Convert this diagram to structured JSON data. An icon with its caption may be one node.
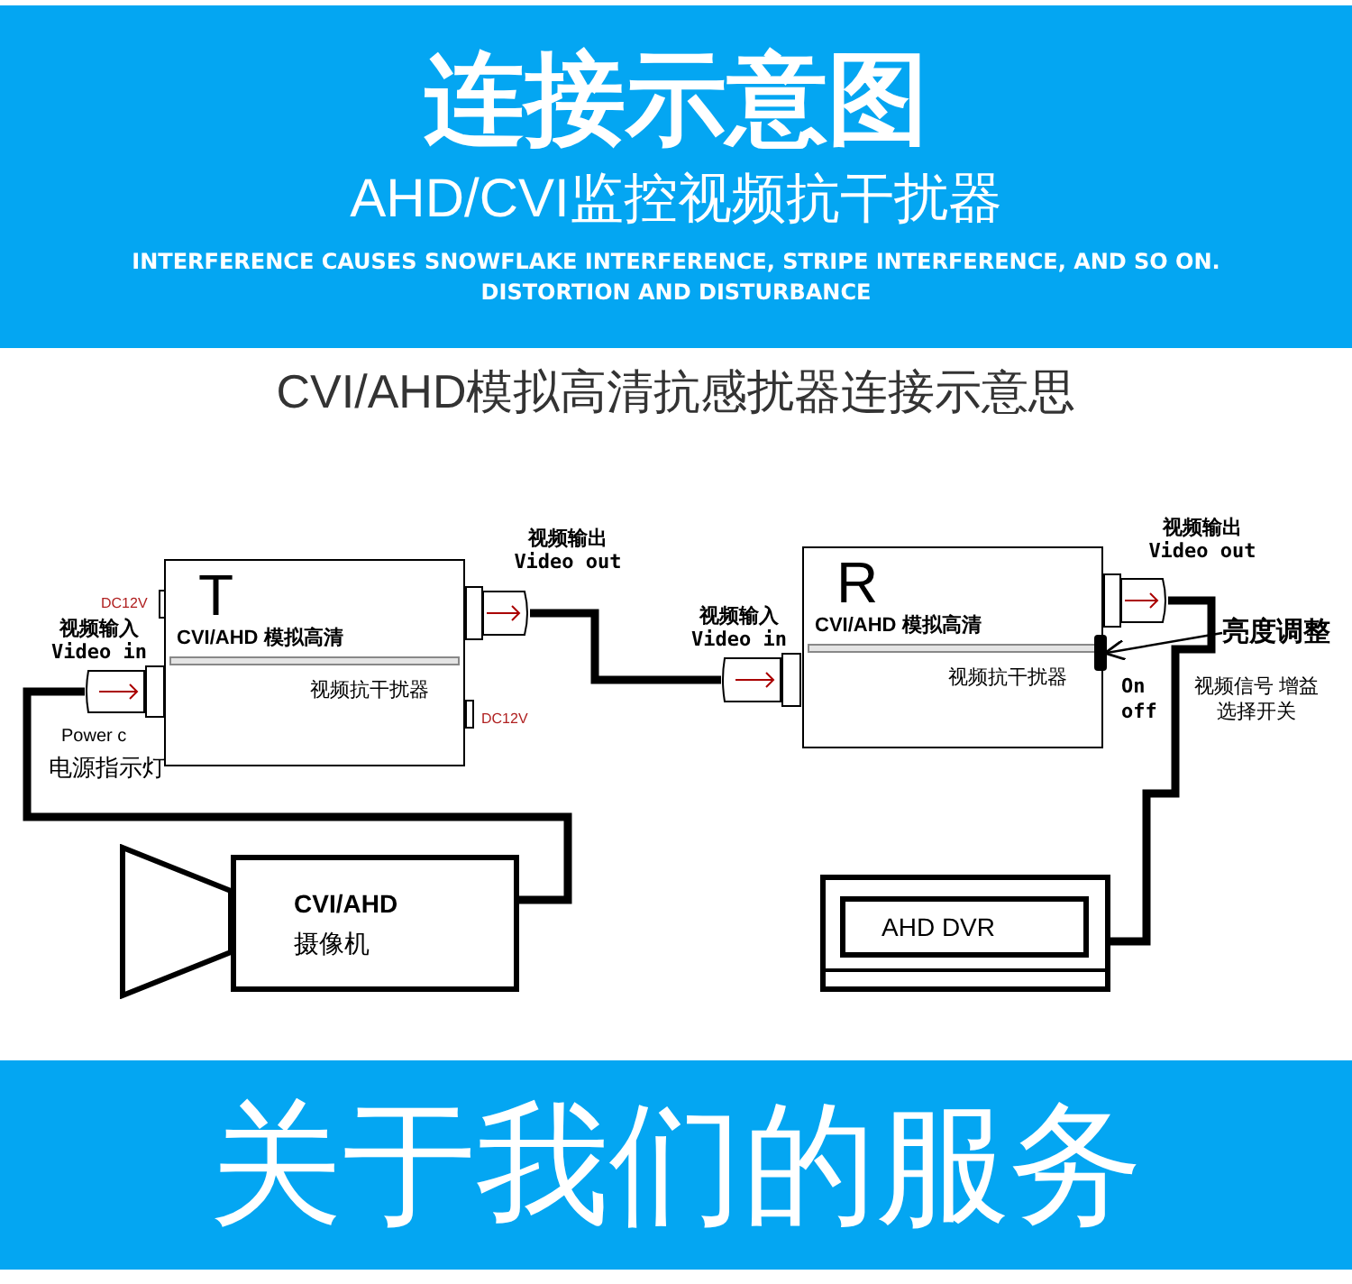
{
  "diagram": {
    "title": "连接示意图",
    "nodes": [
      {
        "text": [
          "T",
          "CVI/AHD 模拟高清",
          "视频抗干扰器"
        ]
      },
      {
        "text": [],
        "shape": "box",
        "beside": [
          "视频输入 Video in"
        ]
      },
      {
        "text": [],
        "shape": "box",
        "beside": [
          "视频输出 Video out"
        ]
      },
      {
        "text": [
          "R",
          "CVI/AHD 模拟高清",
          "视频抗干扰器"
        ]
      },
      {
        "text": [],
        "shape": "box",
        "beside": [
          "视频输入 Video in"
        ]
      },
      {
        "text": [],
        "shape": "box",
        "beside": [
          "视频输出 Video out"
        ]
      },
      {
        "text": [
          "CVI/AHD",
          "摄像机"
        ]
      },
      {
        "text": [
          "AHD DVR"
        ]
      },
      {
        "text": [
          "亮度调整"
        ]
      },
      {
        "text": [],
        "shape": "box"
      }
    ],
    "edges": [
      {
        "from": 6,
        "to": 1,
        "arrow": "none"
      },
      {
        "from": 2,
        "to": 4,
        "arrow": "none"
      },
      {
        "from": 5,
        "to": 7,
        "arrow": "none"
      },
      {
        "from": 8,
        "to": 9,
        "arrow": "to"
      }
    ],
    "labels": [
      "AHD/CVI监控视频抗干扰器",
      "INTERFERENCE CAUSES SNOWFLAKE INTERFERENCE, STRIPE INTERFERENCE, AND SO ON. DISTORTION AND DISTURBANCE",
      "CVI/AHD模拟高清抗感扰器连接示意思",
      "DC12V",
      "DC12V",
      "Power c",
      "电源指示灯",
      "On off",
      "视频信号 增益选择开关",
      "关于我们的服务"
    ]
  }
}
